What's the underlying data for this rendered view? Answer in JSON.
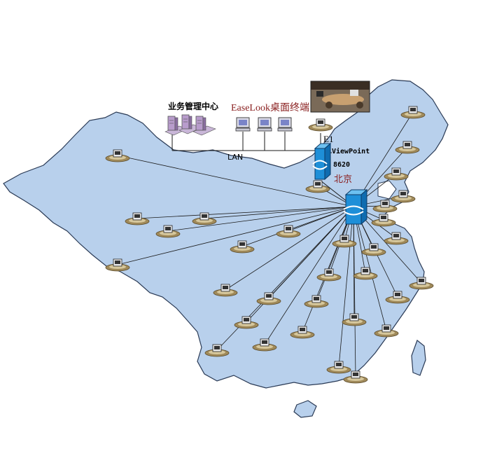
{
  "labels": {
    "mgmt_center": "业务管理中心",
    "easelook": "EaseLook桌面终端",
    "e1": "E1",
    "viewpoint": "ViewPoint",
    "model": "8620",
    "beijing": "北京",
    "lan": "LAN"
  },
  "colors": {
    "map_fill": "#b8d0ec",
    "map_stroke": "#2a3a55",
    "switch": "#1e8fd8",
    "line": "#1a1a1a"
  },
  "icons": {
    "hub": "mcu-switch-icon",
    "site": "video-terminal-icon",
    "pc": "desktop-computer-icon",
    "server": "server-icon",
    "photo": "conference-room-photo"
  }
}
